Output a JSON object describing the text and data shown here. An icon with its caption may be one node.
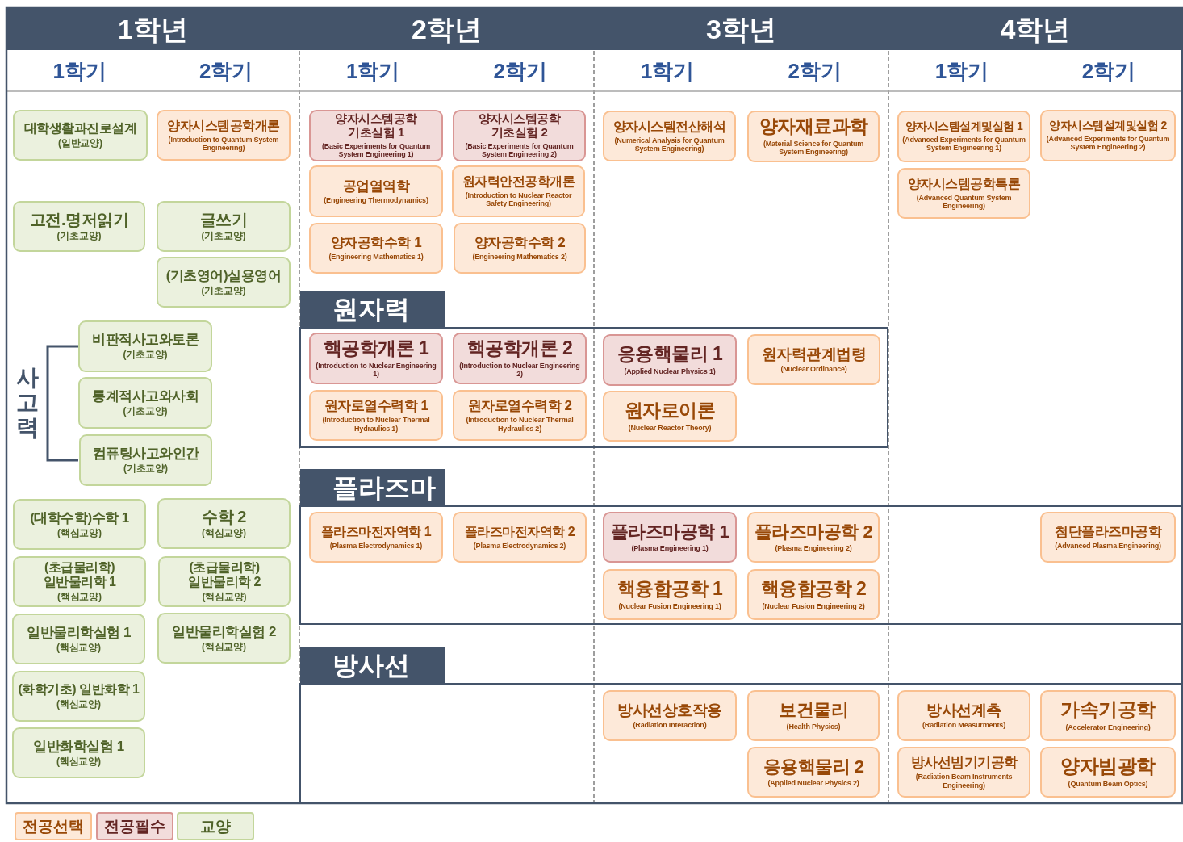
{
  "diagram": {
    "nodes": [
      {
        "text": [
          "대학생활과진로설계",
          "(일반교양)"
        ]
      },
      {
        "text": [
          "양자시스템공학개론",
          "(Introduction to Quantum System Engineering)"
        ]
      },
      {
        "text": [
          "고전.명저읽기",
          "(기초교양)"
        ]
      },
      {
        "text": [
          "글쓰기",
          "(기초교양)"
        ]
      },
      {
        "text": [
          "(기초영어)실용영어",
          "(기초교양)"
        ]
      },
      {
        "text": [
          "비판적사고와토론",
          "(기초교양)"
        ]
      },
      {
        "text": [
          "통계적사고와사회",
          "(기초교양)"
        ]
      },
      {
        "text": [
          "컴퓨팅사고와인간",
          "(기초교양)"
        ]
      },
      {
        "text": [
          "(대학수학)수학 1",
          "(핵심교양)"
        ]
      },
      {
        "text": [
          "수학 2",
          "(핵심교양)"
        ]
      },
      {
        "text": [
          "(초급물리학) 일반물리학 1",
          "(핵심교양)"
        ]
      },
      {
        "text": [
          "(초급물리학) 일반물리학 2",
          "(핵심교양)"
        ]
      },
      {
        "text": [
          "일반물리학실험 1",
          "(핵심교양)"
        ]
      },
      {
        "text": [
          "일반물리학실험 2",
          "(핵심교양)"
        ]
      },
      {
        "text": [
          "(화학기초) 일반화학 1",
          "(핵심교양)"
        ]
      },
      {
        "text": [
          "일반화학실험 1",
          "(핵심교양)"
        ]
      },
      {
        "text": [
          "양자시스템공학 기초실험 1",
          "(Basic Experiments for Quantum System Engineering 1)"
        ]
      },
      {
        "text": [
          "양자시스템공학 기초실험 2",
          "(Basic Experiments for Quantum System Engineering 2)"
        ]
      },
      {
        "text": [
          "공업열역학",
          "(Engineering Thermodynamics)"
        ]
      },
      {
        "text": [
          "원자력안전공학개론",
          "(Introduction to Nuclear Reactor Safety Engineering)"
        ]
      },
      {
        "text": [
          "양자공학수학 1",
          "(Engineering Mathematics 1)"
        ]
      },
      {
        "text": [
          "양자공학수학 2",
          "(Engineering Mathematics 2)"
        ]
      },
      {
        "text": [
          "양자시스템전산해석",
          "(Numerical Analysis for Quantum System Engineering)"
        ]
      },
      {
        "text": [
          "양자재료과학",
          "(Material Science for Quantum System Engineering)"
        ]
      },
      {
        "text": [
          "양자시스템설계및실험 1",
          "(Advanced Experiments for Quantum System Engineering 1)"
        ]
      },
      {
        "text": [
          "양자시스템설계및실험 2",
          "(Advanced Experiments for Quantum System Engineering 2)"
        ]
      },
      {
        "text": [
          "양자시스템공학특론",
          "(Advanced Quantum System Engineering)"
        ]
      },
      {
        "text": [
          "원자력"
        ]
      },
      {
        "text": [
          "핵공학개론 1",
          "(Introduction to Nuclear Engineering 1)"
        ],
        "in": 27
      },
      {
        "text": [
          "핵공학개론 2",
          "(Introduction to Nuclear Engineering 2)"
        ],
        "in": 27
      },
      {
        "text": [
          "원자로열수력학 1",
          "(Introduction to Nuclear Thermal Hydraulics 1)"
        ],
        "in": 27
      },
      {
        "text": [
          "원자로열수력학 2",
          "(Introduction to Nuclear Thermal Hydraulics 2)"
        ],
        "in": 27
      },
      {
        "text": [
          "응용핵물리 1",
          "(Applied Nuclear Physics 1)"
        ],
        "in": 27
      },
      {
        "text": [
          "원자력관계법령",
          "(Nuclear Ordinance)"
        ],
        "in": 27
      },
      {
        "text": [
          "원자로이론",
          "(Nuclear Reactor Theory)"
        ],
        "in": 27
      },
      {
        "text": [
          "플라즈마"
        ]
      },
      {
        "text": [
          "플라즈마전자역학 1",
          "(Plasma Electrodynamics 1)"
        ],
        "in": 35
      },
      {
        "text": [
          "플라즈마전자역학 2",
          "(Plasma Electrodynamics 2)"
        ],
        "in": 35
      },
      {
        "text": [
          "플라즈마공학 1",
          "(Plasma Engineering 1)"
        ],
        "in": 35
      },
      {
        "text": [
          "플라즈마공학 2",
          "(Plasma Engineering 2)"
        ],
        "in": 35
      },
      {
        "text": [
          "핵융합공학 1",
          "(Nuclear Fusion Engineering 1)"
        ],
        "in": 35
      },
      {
        "text": [
          "핵융합공학 2",
          "(Nuclear Fusion Engineering 2)"
        ],
        "in": 35
      },
      {
        "text": [
          "첨단플라즈마공학",
          "(Advanced Plasma Engineering)"
        ],
        "in": 35
      },
      {
        "text": [
          "방사선"
        ]
      },
      {
        "text": [
          "방사선상호작용",
          "(Radiation Interaction)"
        ],
        "in": 43
      },
      {
        "text": [
          "보건물리",
          "(Health Physics)"
        ],
        "in": 43
      },
      {
        "text": [
          "응용핵물리 2",
          "(Applied Nuclear Physics 2)"
        ],
        "in": 43
      },
      {
        "text": [
          "방사선계측",
          "(Radiation Measurments)"
        ],
        "in": 43
      },
      {
        "text": [
          "가속기공학",
          "(Accelerator Engineering)"
        ],
        "in": 43
      },
      {
        "text": [
          "방사선빔기기공학",
          "(Radiation Beam Instruments Engineering)"
        ],
        "in": 43
      },
      {
        "text": [
          "양자빔광학",
          "(Quantum Beam Optics)"
        ],
        "in": 43
      }
    ],
    "labels": [
      "1학년",
      "2학년",
      "3학년",
      "4학년",
      "1학기",
      "2학기",
      "1학기",
      "2학기",
      "1학기",
      "2학기",
      "1학기",
      "2학기",
      "사고력"
    ],
    "legend": [
      {
        "text": "전공선택",
        "color": "#fde9d9"
      },
      {
        "text": "전공필수",
        "color": "#f2dcdb"
      },
      {
        "text": "교양",
        "color": "#ebf1de"
      }
    ]
  }
}
